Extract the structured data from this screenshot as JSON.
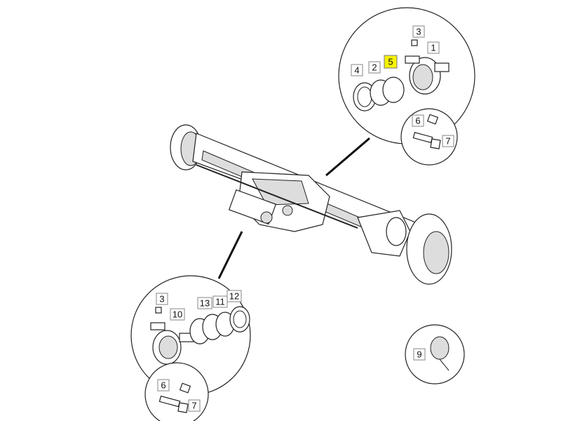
{
  "diagram": {
    "highlight_color": "#f5f200",
    "callouts_top": [
      {
        "label": "3"
      },
      {
        "label": "1"
      },
      {
        "label": "5",
        "highlighted": true
      },
      {
        "label": "2"
      },
      {
        "label": "4"
      },
      {
        "label": "6"
      },
      {
        "label": "7"
      }
    ],
    "callouts_bottom": [
      {
        "label": "3"
      },
      {
        "label": "10"
      },
      {
        "label": "13"
      },
      {
        "label": "11"
      },
      {
        "label": "12"
      },
      {
        "label": "6"
      },
      {
        "label": "7"
      }
    ],
    "callout_sensor": {
      "label": "9"
    }
  }
}
